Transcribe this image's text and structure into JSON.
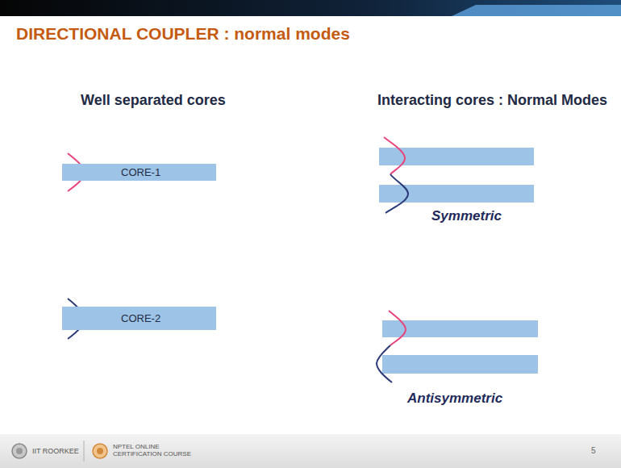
{
  "diagram": {
    "title": "DIRECTIONAL COUPLER : normal modes",
    "nodes": [
      {
        "text": [
          "CORE-1"
        ]
      },
      {
        "text": [
          "CORE-2"
        ]
      }
    ],
    "labels": [
      "Well separated cores",
      "Interacting cores : Normal Modes",
      "Symmetric",
      "Antisymmetric",
      "IIT ROORKEE",
      "NPTEL ONLINE CERTIFICATION COURSE",
      "5"
    ]
  }
}
